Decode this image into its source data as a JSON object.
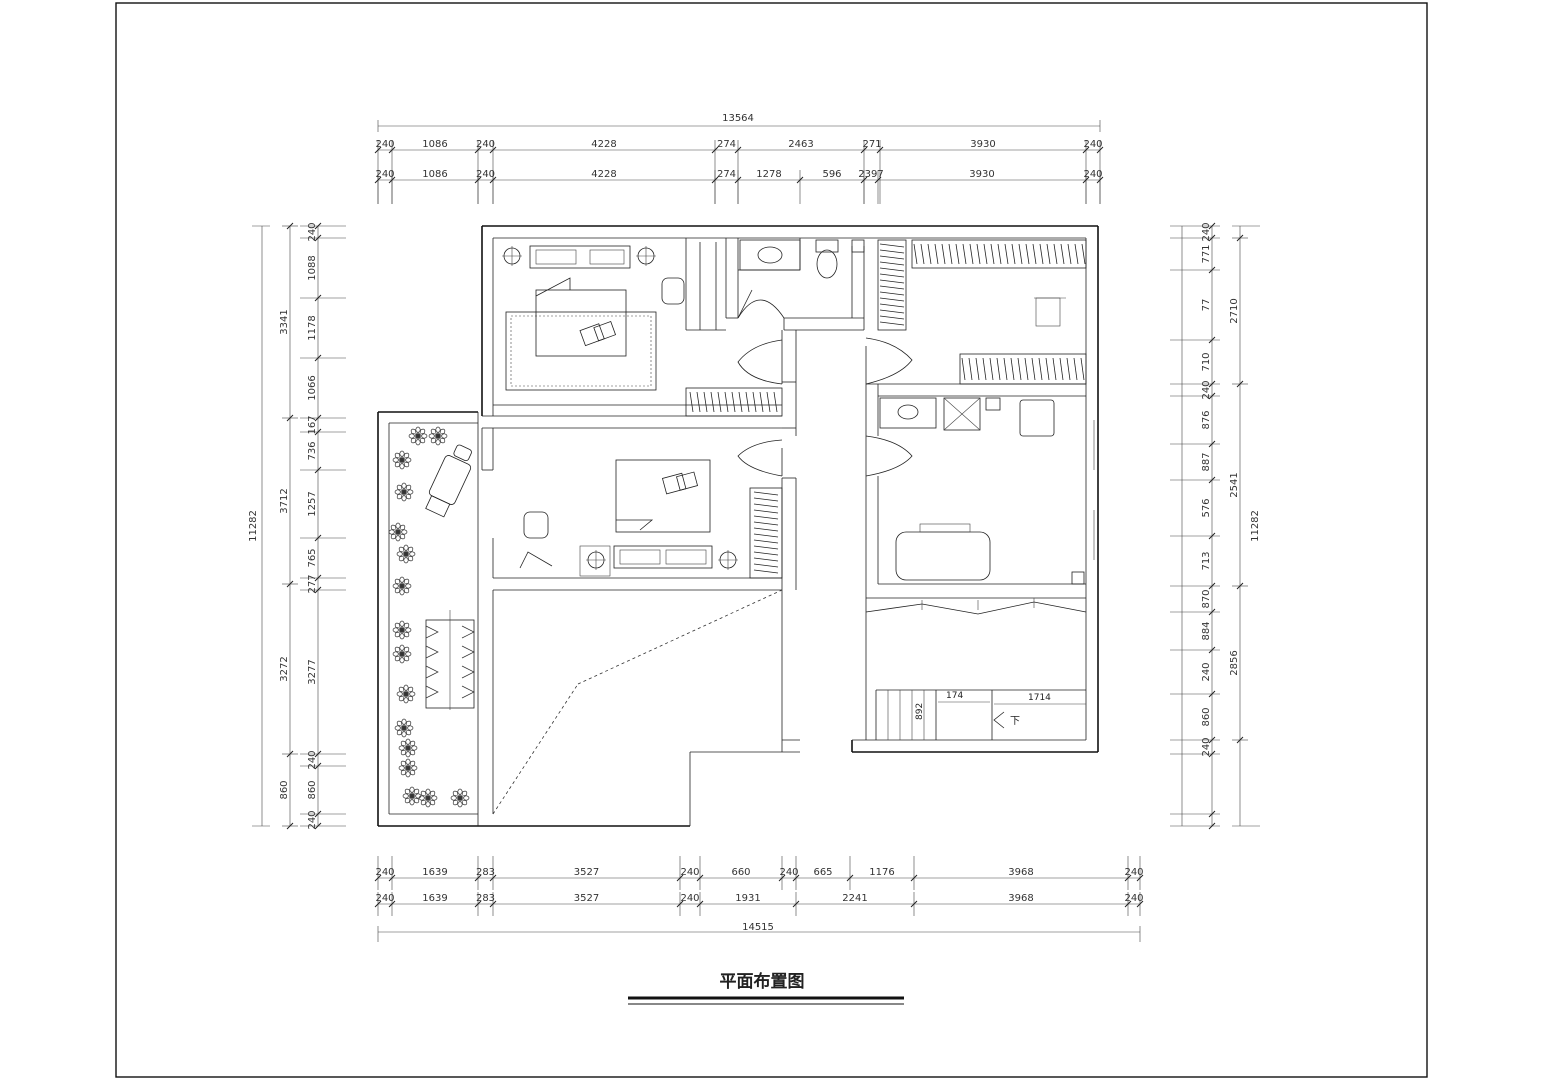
{
  "title": "平面布置图",
  "stair_label": "下",
  "stair_numbers": [
    "174",
    "1714",
    "892"
  ],
  "dims": {
    "top_total": "13564",
    "top_row1": [
      "240",
      "1086",
      "240",
      "4228",
      "274",
      "2463",
      "271",
      "3930",
      "240"
    ],
    "top_row2": [
      "240",
      "1086",
      "240",
      "4228",
      "274",
      "1278",
      "596",
      "2397",
      "3930",
      "240"
    ],
    "bottom_row1": [
      "240",
      "1639",
      "283",
      "3527",
      "240",
      "660",
      "240",
      "665",
      "1176",
      "3968",
      "240"
    ],
    "bottom_row2": [
      "240",
      "1639",
      "283",
      "3527",
      "240",
      "1931",
      "2241",
      "3968",
      "240"
    ],
    "bottom_total": "14515",
    "left_total": "11282",
    "left_outer": [
      "3341",
      "3712",
      "3272",
      "860"
    ],
    "left_inner": [
      "240",
      "1088",
      "1178",
      "1066",
      "167",
      "736",
      "1257",
      "765",
      "277",
      "3277",
      "240",
      "860",
      "240"
    ],
    "right_total": "11282",
    "right_outer": [
      "2710",
      "2541",
      "2856"
    ],
    "right_inner": [
      "240",
      "771",
      "77",
      "710",
      "240",
      "876",
      "887",
      "576",
      "713",
      "870",
      "884",
      "240",
      "860",
      "240"
    ]
  }
}
